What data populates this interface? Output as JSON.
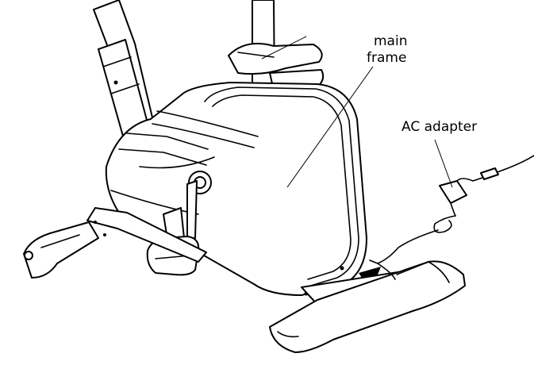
{
  "labels": {
    "main_frame_line1": "main",
    "main_frame_line2": "frame",
    "ac_adapter": "AC adapter"
  },
  "colors": {
    "ink": "#000000",
    "paper": "#ffffff"
  }
}
